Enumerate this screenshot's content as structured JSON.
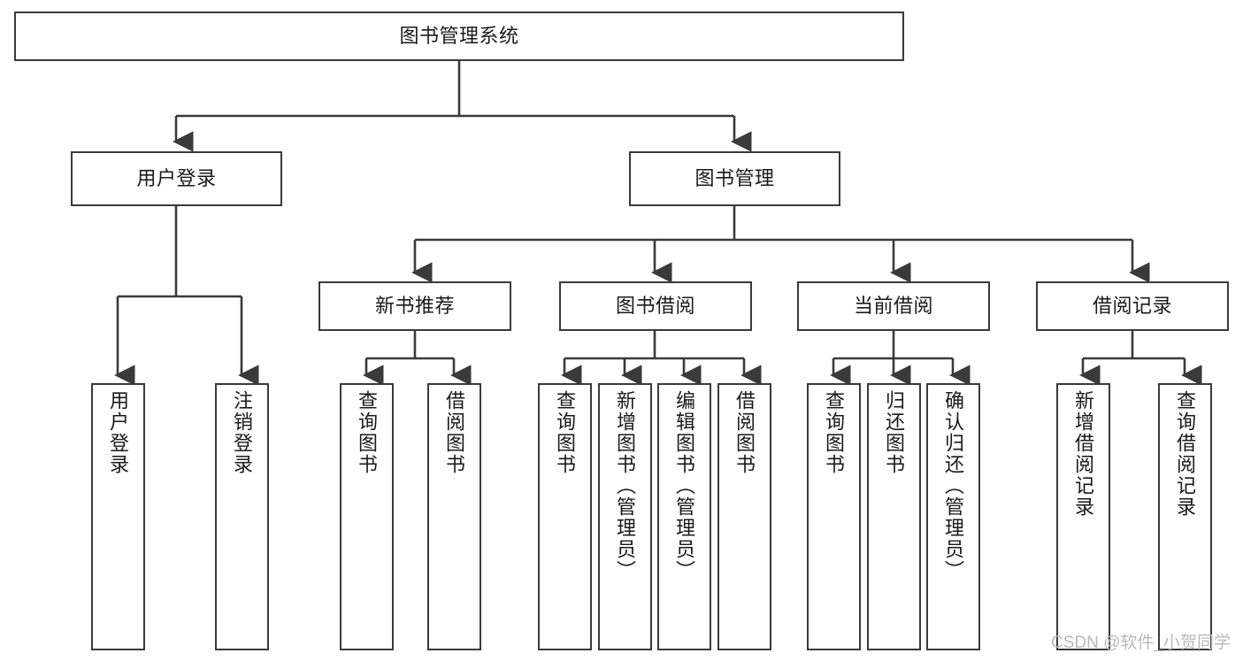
{
  "diagram": {
    "title": "图书管理系统",
    "type": "hierarchy-tree",
    "root": {
      "id": "root",
      "label": "图书管理系统"
    },
    "level2": [
      {
        "id": "user-login",
        "label": "用户登录"
      },
      {
        "id": "book-management",
        "label": "图书管理"
      }
    ],
    "level3": [
      {
        "id": "new-book-recommend",
        "label": "新书推荐"
      },
      {
        "id": "book-borrow",
        "label": "图书借阅"
      },
      {
        "id": "current-borrow",
        "label": "当前借阅"
      },
      {
        "id": "borrow-record",
        "label": "借阅记录"
      }
    ],
    "leaves": {
      "user_login": [
        {
          "id": "leaf-user-login",
          "label": "用户登录"
        },
        {
          "id": "leaf-logout",
          "label": "注销登录"
        }
      ],
      "new_book_recommend": [
        {
          "id": "leaf-query-book-1",
          "label": "查询图书"
        },
        {
          "id": "leaf-borrow-book-1",
          "label": "借阅图书"
        }
      ],
      "book_borrow": [
        {
          "id": "leaf-query-book-2",
          "label": "查询图书"
        },
        {
          "id": "leaf-add-book",
          "label": "新增图书（管理员）"
        },
        {
          "id": "leaf-edit-book",
          "label": "编辑图书（管理员）"
        },
        {
          "id": "leaf-borrow-book-2",
          "label": "借阅图书"
        }
      ],
      "current_borrow": [
        {
          "id": "leaf-query-book-3",
          "label": "查询图书"
        },
        {
          "id": "leaf-return-book",
          "label": "归还图书"
        },
        {
          "id": "leaf-confirm-return",
          "label": "确认归还（管理员）"
        }
      ],
      "borrow_record": [
        {
          "id": "leaf-add-record",
          "label": "新增借阅记录"
        },
        {
          "id": "leaf-query-record",
          "label": "查询借阅记录"
        }
      ]
    },
    "colors": {
      "border": "#3a3a3a",
      "fill": "#ffffff",
      "text": "#1a1a1a",
      "watermark": "#b9b9b9"
    }
  },
  "watermark": {
    "text": "CSDN @软件_小贺同学"
  }
}
